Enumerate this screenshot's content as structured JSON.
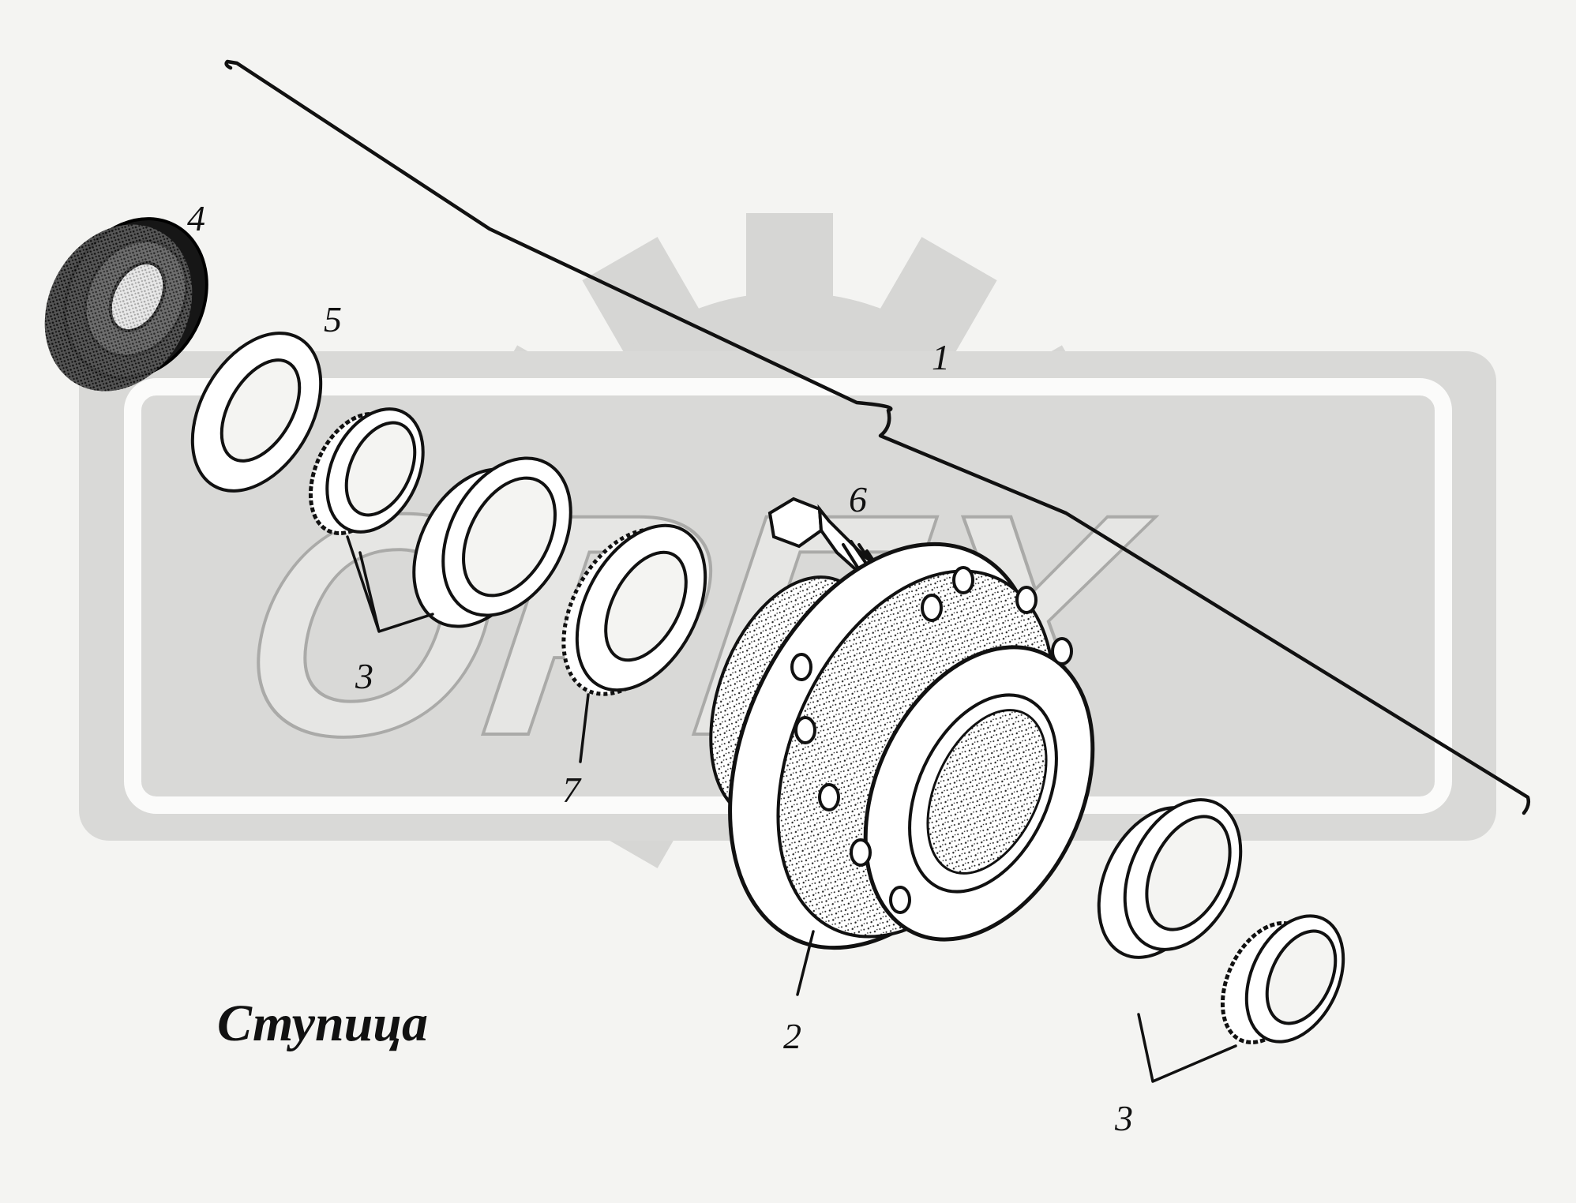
{
  "caption": "Ступица",
  "watermark": {
    "text": "OPEX",
    "gear_color": "#d6d6d4",
    "banner_color": "#d9d9d7",
    "letter_outline_color": "#aaaaa8"
  },
  "callouts": {
    "part_1": "1",
    "part_2": "2",
    "part_3_left": "3",
    "part_3_right": "3",
    "part_4": "4",
    "part_5": "5",
    "part_6": "6",
    "part_7": "7"
  },
  "colors": {
    "background": "#f4f4f2",
    "ink": "#111111"
  }
}
